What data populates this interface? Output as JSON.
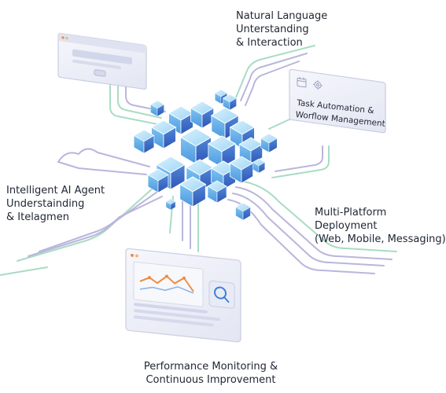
{
  "labels": {
    "natural_language": [
      "Natural Language",
      "Unterstanding",
      "& Interaction"
    ],
    "task_automation": [
      "Task Automation &",
      "Worflow Management"
    ],
    "ai_agent": [
      "Intelligent AI Agent",
      "Understainding",
      "& Itelagmen"
    ],
    "multi_platform": [
      "Multi-Platform",
      "Deployment",
      "(Web, Mobile, Messaging)"
    ],
    "performance": [
      "Performance Monitoring &",
      "Continuous Improvement"
    ]
  },
  "colors": {
    "cube_light": "#bfe6fb",
    "cube_mid": "#7cc6f2",
    "cube_dark": "#3f7fd6",
    "cube_deep": "#2f54b8",
    "line_green": "#a9dcc4",
    "line_purple": "#b9b6dc",
    "panel_fill": "#eef0f8",
    "panel_stroke": "#c9cde0",
    "chart_orange": "#f08a3c",
    "chart_blue": "#8fb3e6"
  },
  "icons": [
    "calendar-icon",
    "gear-icon",
    "magnifier-icon"
  ]
}
